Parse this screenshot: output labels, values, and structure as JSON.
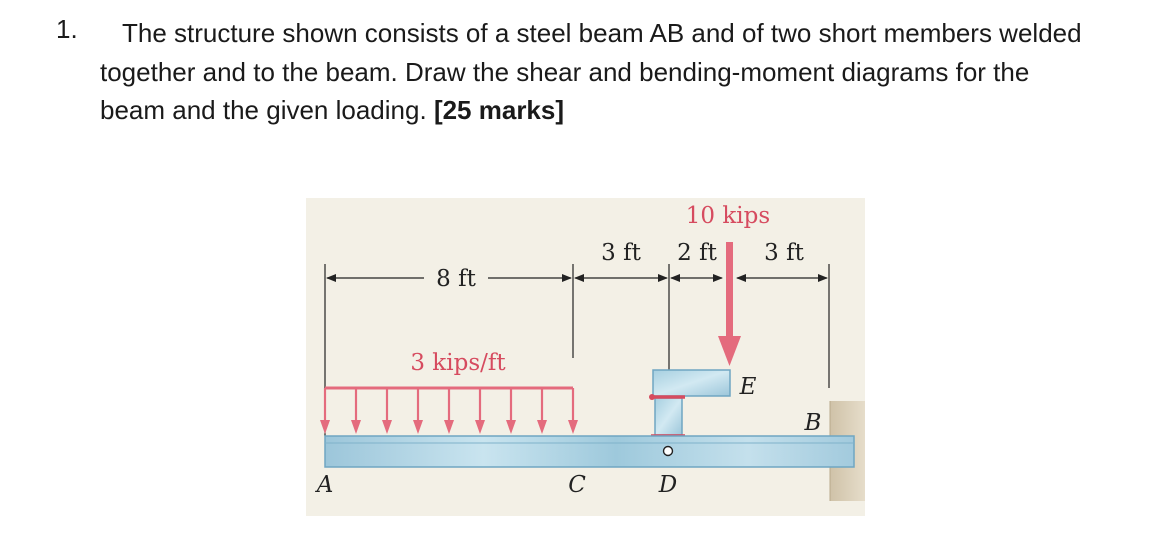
{
  "question": {
    "number": "1.",
    "text": "The structure shown consists of a steel beam AB and of two short members welded together and to the beam. Draw the shear and bending-moment diagrams for the beam and the given loading.",
    "marks": "[25 marks]"
  },
  "figure": {
    "load_label": "10 kips",
    "distributed_label": "3 kips/ft",
    "dims": {
      "d1": "8 ft",
      "d2": "3 ft",
      "d3": "2 ft",
      "d4": "3 ft"
    },
    "points": {
      "A": "A",
      "B": "B",
      "C": "C",
      "D": "D",
      "E": "E"
    },
    "colors": {
      "background": "#f3f0e6",
      "beam": "#a9d0e2",
      "beam_edge": "#6fa6c2",
      "load": "#e46b7d",
      "wall": "#d9cdb5"
    }
  }
}
